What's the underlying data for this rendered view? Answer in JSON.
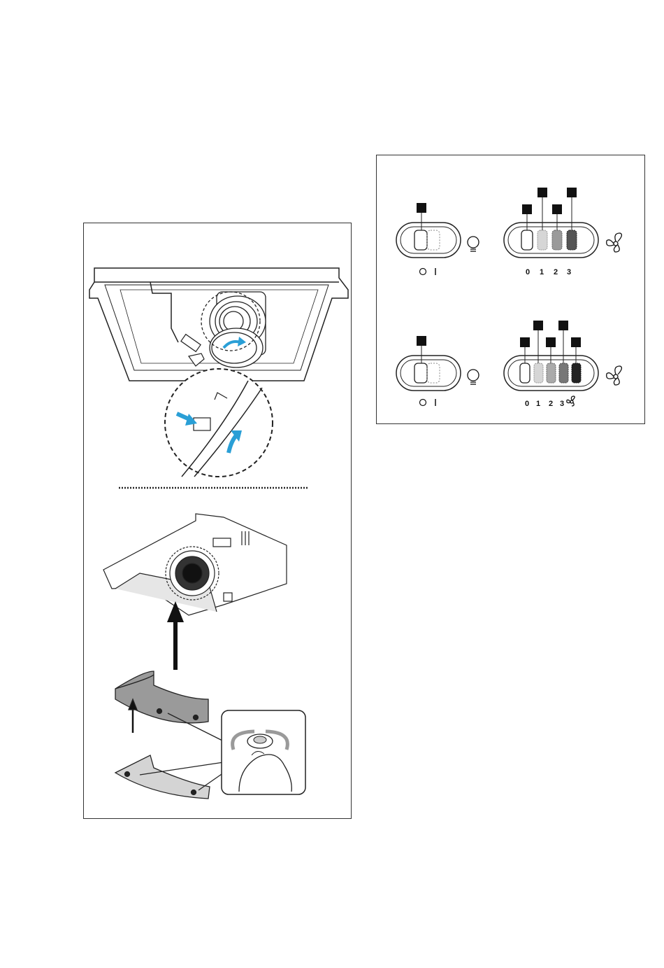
{
  "figures": {
    "left": {
      "name": "cooker-hood-fan-and-filter-installation"
    },
    "right": {
      "name": "control-panels"
    }
  },
  "controls": {
    "light_switch_marks": {
      "off": "O",
      "on": "I"
    },
    "fan_switch_top_marks": [
      "0",
      "1",
      "2",
      "3"
    ],
    "fan_switch_bottom_marks": [
      "0",
      "1",
      "2",
      "3"
    ],
    "boost_icon": "fan-boost-icon",
    "lamp_icon": "light-bulb-icon",
    "fan_icon": "fan-icon",
    "callout_boxes": "black-squares"
  },
  "colors": {
    "arrow_blue": "#2a9fd6",
    "filter_gray": "#9a9a9a",
    "panel_border": "#333333"
  }
}
